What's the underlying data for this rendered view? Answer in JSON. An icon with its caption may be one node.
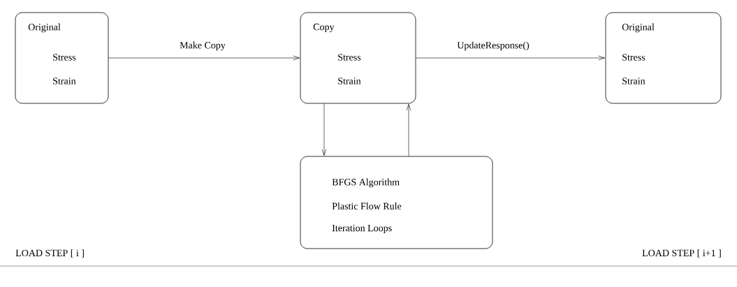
{
  "diagram": {
    "nodes": [
      {
        "text": [
          "Original",
          "Stress",
          "Strain"
        ]
      },
      {
        "text": [
          "Copy",
          "Stress",
          "Strain"
        ]
      },
      {
        "text": [
          "Original",
          "Stress",
          "Strain"
        ]
      },
      {
        "text": [
          "BFGS  Algorithm",
          "Plastic  Flow  Rule",
          "Iteration  Loops"
        ]
      }
    ],
    "edges": [
      {
        "from": 0,
        "to": 1,
        "arrow": "to",
        "label": "Make  Copy"
      },
      {
        "from": 1,
        "to": 2,
        "arrow": "to",
        "label": "UpdateResponse()"
      },
      {
        "from": 1,
        "to": 3,
        "arrow": "to"
      },
      {
        "from": 3,
        "to": 1,
        "arrow": "to"
      }
    ],
    "labels": [
      "LOAD  STEP  [ i ]",
      "LOAD  STEP  [ i+1 ]"
    ]
  }
}
